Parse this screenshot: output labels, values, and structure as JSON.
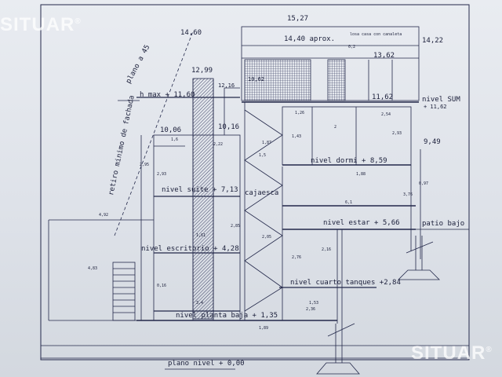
{
  "watermark": {
    "brand": "SITUAR",
    "mark": "®"
  },
  "levels": {
    "roof": "15,27",
    "roof_right": "14,22",
    "slope_top": "14,60",
    "approx": "14,40  aprox.",
    "note": "losa casa con canaleta",
    "mid_right": "13,62",
    "top_left": "12,99",
    "sub_left": "12,16",
    "low_right": "11,62",
    "sum_label": "nivel SUM",
    "sum_value": "+ 11,62",
    "hmax": "h max + 11,60",
    "left_a": "10,06",
    "left_b": "10,16",
    "right_side": "9,49",
    "small_a": "10,62",
    "small_b": "0,2",
    "dormi": "nivel dormi + 8,59",
    "suite": "nivel suite + 7,13",
    "cajaesca": "cajaesca",
    "estar": "nivel estar + 5,66",
    "patio": "patio bajo",
    "escritorio": "nivel escritorio + 4,28",
    "cuarto": "nivel cuarto tanques +2,84",
    "planta": "nivel planta baja + 1,35",
    "plano_nivel": "plano nivel + 0,00",
    "plano45": "plano a 45",
    "retiro": "retiro minimo de fachada"
  },
  "dims": [
    "1,26",
    "2,54",
    "1,43",
    "2",
    "2,93",
    "2,95",
    "1,6",
    "2,22",
    "1,87",
    "1,5",
    "2,93",
    "2,85",
    "1,61",
    "3,4",
    "2,76",
    "0,16",
    "0,97",
    "4,92",
    "4,83",
    "2,16",
    "1,89",
    "2,36",
    "1,53",
    "6,1",
    "3,76",
    "2,05",
    "1,88"
  ]
}
